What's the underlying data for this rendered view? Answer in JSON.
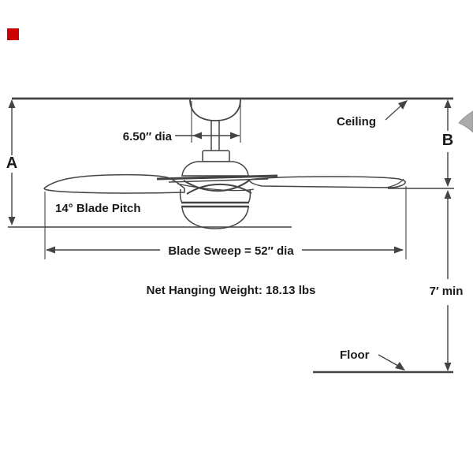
{
  "diagram": {
    "labels": {
      "dim_a": "A",
      "dim_b": "B",
      "ceiling": "Ceiling",
      "floor": "Floor",
      "downrod_diameter": "6.50″ dia",
      "blade_pitch": "14° Blade Pitch",
      "blade_sweep": "Blade Sweep = 52″ dia",
      "net_hanging_weight": "Net Hanging Weight: 18.13 lbs",
      "min_floor_clearance": "7′ min"
    },
    "icons": {
      "red_square_marker": "solid red square, top-left corner",
      "gray_swoosh": "gray curved sliver clipped at right edge"
    },
    "colors": {
      "line": "#444444",
      "text": "#1a1a1a",
      "accent_red": "#cc0000",
      "swoosh_gray": "#ababab",
      "background": "#ffffff"
    }
  }
}
